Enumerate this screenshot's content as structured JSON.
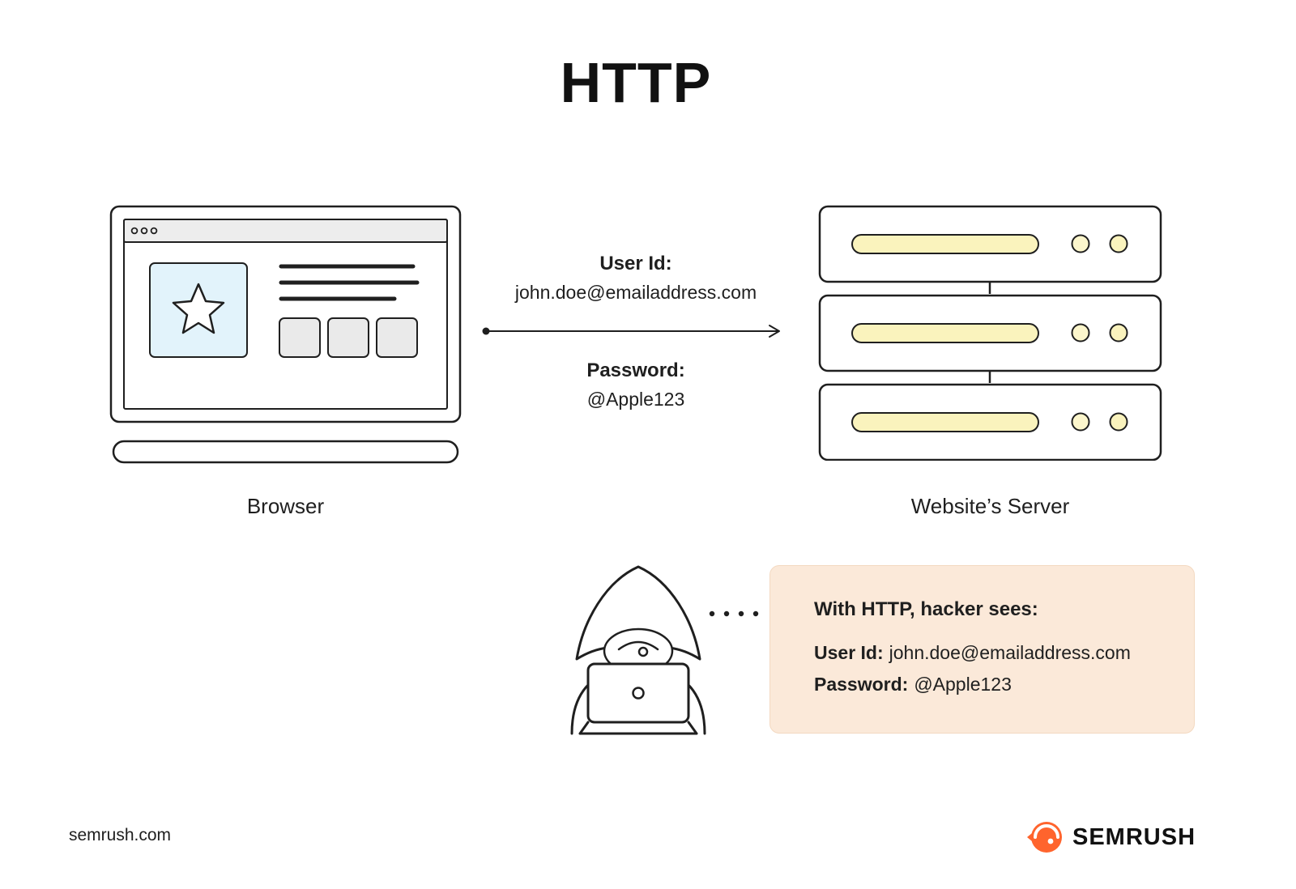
{
  "title": "HTTP",
  "browser": {
    "label": "Browser"
  },
  "server": {
    "label": "Website’s Server"
  },
  "request": {
    "user_id_label": "User Id:",
    "user_id_value": "john.doe@emailaddress.com",
    "password_label": "Password:",
    "password_value": "@Apple123"
  },
  "hacker_panel": {
    "heading": "With HTTP, hacker sees:",
    "user_id_label": "User Id:",
    "user_id_value": "john.doe@emailaddress.com",
    "password_label": "Password:",
    "password_value": "@Apple123"
  },
  "footer": {
    "site": "semrush.com",
    "brand": "SEMRUSH"
  },
  "colors": {
    "accent_orange": "#FF642D",
    "panel_peach": "#FBE9D9",
    "bar_yellow": "#FAF3BD",
    "image_blue": "#E2F3FB",
    "outline": "#1f1f1f"
  }
}
